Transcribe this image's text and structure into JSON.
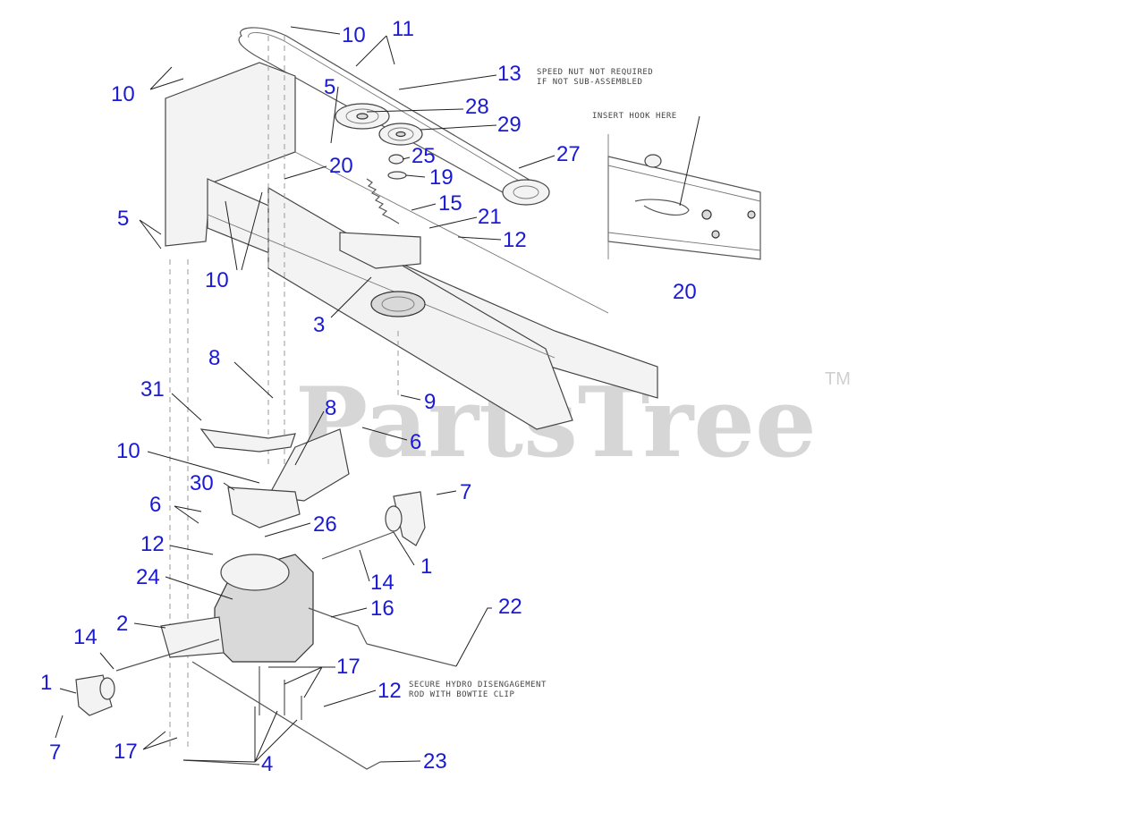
{
  "watermark": {
    "text": "PartsTree",
    "trademark": "TM"
  },
  "notes": {
    "speed_nut_line1": "SPEED NUT NOT REQUIRED",
    "speed_nut_line2": "IF NOT SUB-ASSEMBLED",
    "insert_hook": "INSERT HOOK HERE",
    "secure_hydro_line1": "SECURE HYDRO DISENGAGEMENT",
    "secure_hydro_line2": "ROD WITH BOWTIE CLIP"
  },
  "callouts": [
    "10",
    "11",
    "13",
    "5",
    "10",
    "28",
    "29",
    "25",
    "27",
    "20",
    "19",
    "15",
    "21",
    "12",
    "5",
    "10",
    "3",
    "20",
    "8",
    "31",
    "9",
    "8",
    "6",
    "10",
    "30",
    "7",
    "6",
    "26",
    "12",
    "1",
    "24",
    "14",
    "16",
    "22",
    "2",
    "14",
    "17",
    "1",
    "12",
    "7",
    "17",
    "4",
    "23"
  ]
}
